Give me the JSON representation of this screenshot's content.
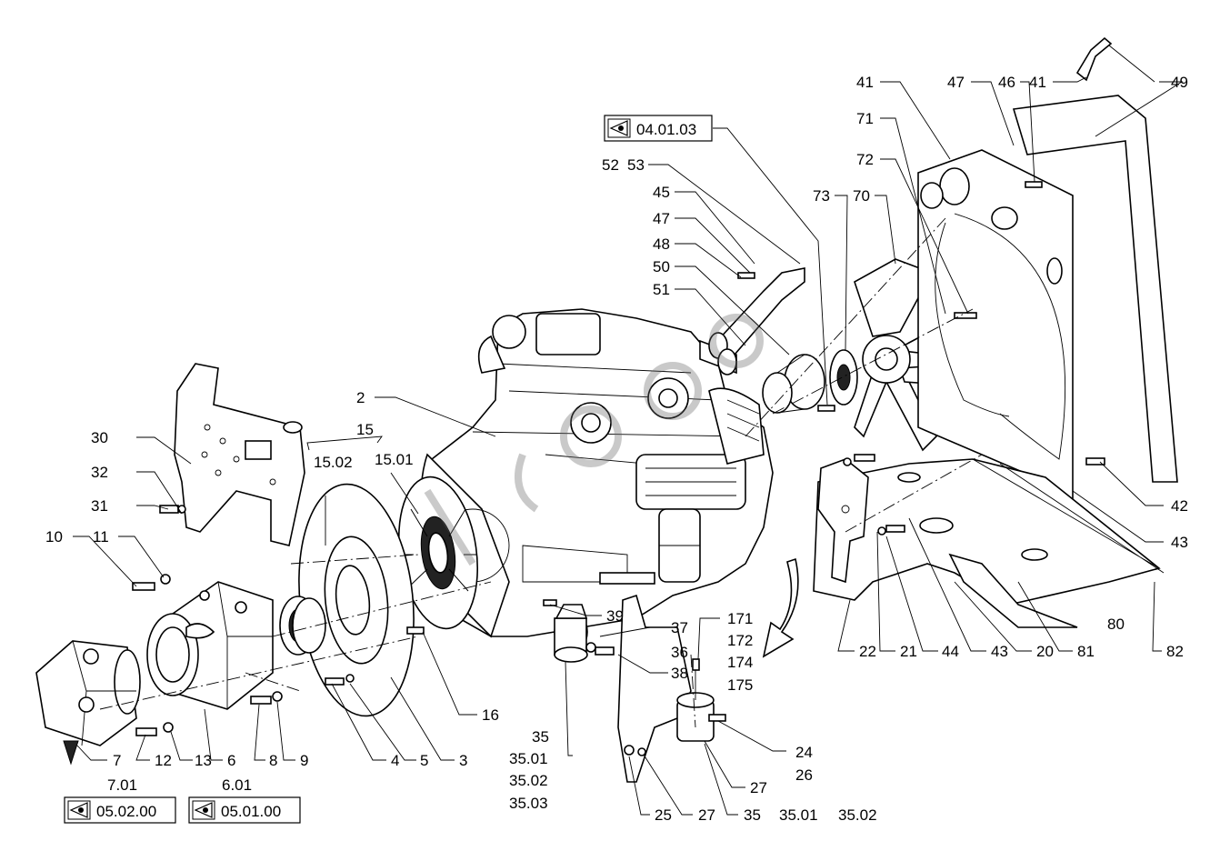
{
  "callouts": {
    "c41a": "41",
    "c47a": "47",
    "c46": "46",
    "c41b": "41",
    "c49": "49",
    "c71": "71",
    "c72": "72",
    "c73": "73",
    "c70": "70",
    "c52": "52",
    "c53": "53",
    "c45": "45",
    "c47b": "47",
    "c48": "48",
    "c50": "50",
    "c51": "51",
    "c2": "2",
    "c15": "15",
    "c15_02": "15.02",
    "c15_01": "15.01",
    "c30": "30",
    "c32": "32",
    "c31": "31",
    "c10": "10",
    "c11": "11",
    "c39": "39",
    "c37": "37",
    "c36": "36",
    "c38": "38",
    "c16": "16",
    "c171": "171",
    "c172": "172",
    "c174": "174",
    "c175": "175",
    "c80": "80",
    "c42": "42",
    "c43a": "43",
    "c22": "22",
    "c21": "21",
    "c44": "44",
    "c43b": "43",
    "c20": "20",
    "c81": "81",
    "c82": "82",
    "c7": "7",
    "c12": "12",
    "c13": "13",
    "c6": "6",
    "c8": "8",
    "c9": "9",
    "c4": "4",
    "c5": "5",
    "c3": "3",
    "c7_01": "7.01",
    "c6_01": "6.01",
    "c35a": "35",
    "c35_01a": "35.01",
    "c35_02a": "35.02",
    "c35_03": "35.03",
    "c24": "24",
    "c26": "26",
    "c27a": "27",
    "c25": "25",
    "c27b": "27",
    "c35b": "35",
    "c35_01b": "35.01",
    "c35_02b": "35.02"
  },
  "references": {
    "ref_top": "04.01.03",
    "ref_left": "05.02.00",
    "ref_right": "05.01.00"
  },
  "icons": {
    "reference_icon": "eye-in-triangle-icon"
  }
}
